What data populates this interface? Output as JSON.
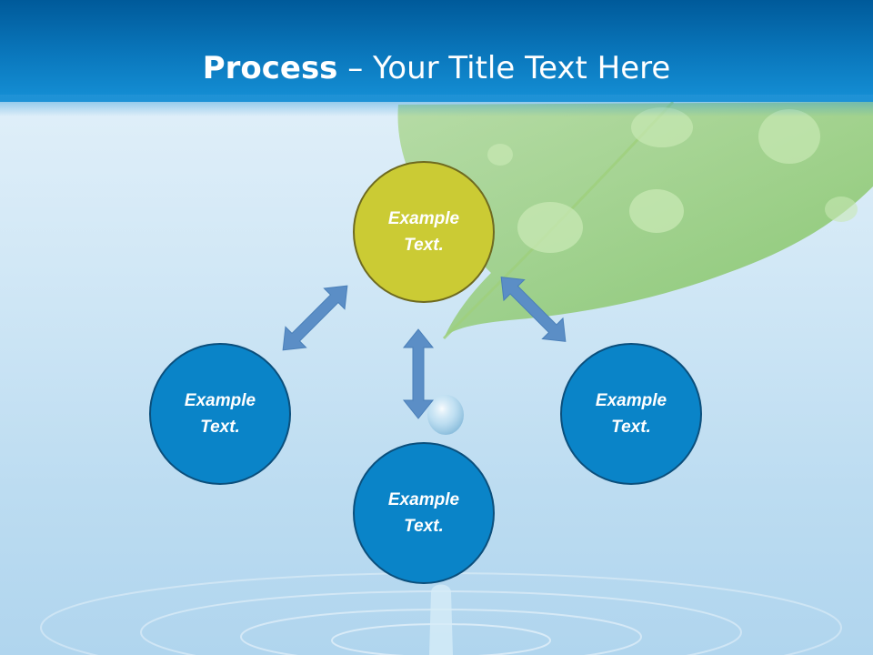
{
  "title": {
    "bold": "Process",
    "rest": " – Your Title Text Here"
  },
  "nodes": {
    "top": "Example Text.",
    "left": "Example Text.",
    "right": "Example Text.",
    "bottom": "Example Text."
  },
  "colors": {
    "header": "#0a78bd",
    "node_blue": "#0a84c8",
    "node_green": "#cbcb34",
    "arrow": "#5b8ec6"
  }
}
